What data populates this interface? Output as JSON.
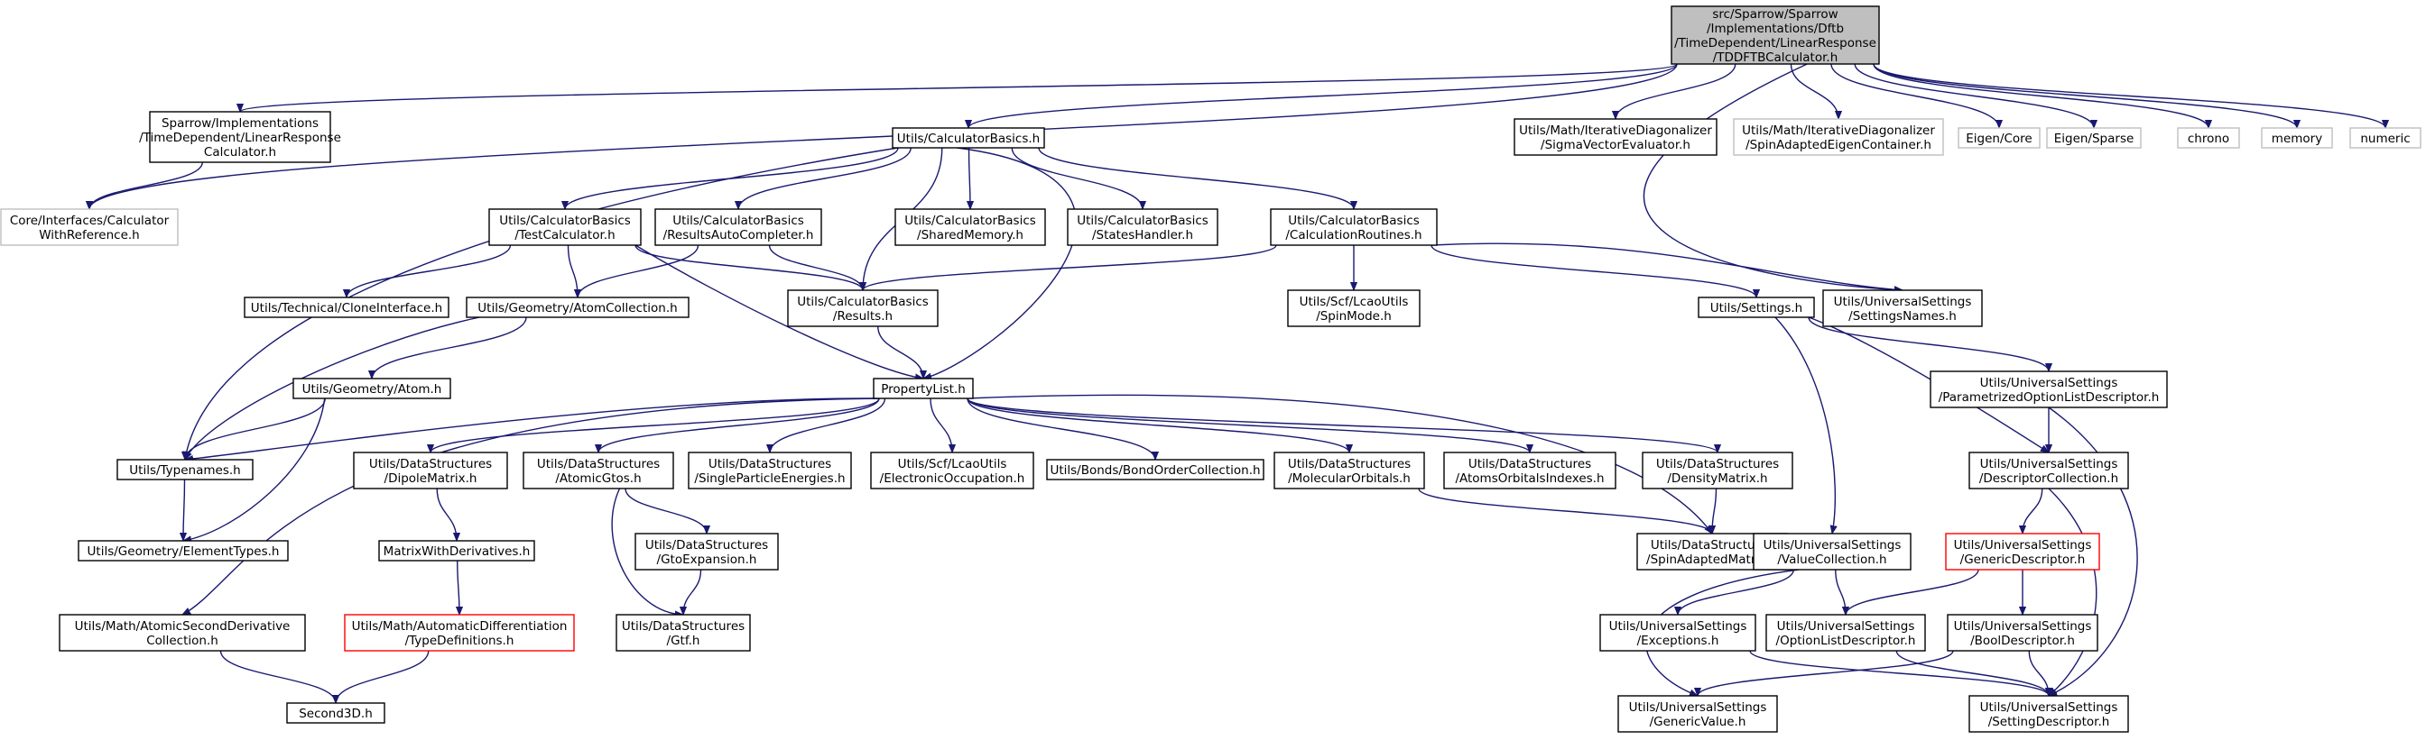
{
  "diagram": {
    "nodes": [
      {
        "id": "root",
        "lines": [
          "src/Sparrow/Sparrow",
          "/Implementations/Dftb",
          "/TimeDependent/LinearResponse",
          "/TDDFTBCalculator.h"
        ],
        "style": "root"
      },
      {
        "id": "lrcalc",
        "lines": [
          "Sparrow/Implementations",
          "/TimeDependent/LinearResponse",
          "Calculator.h"
        ],
        "style": "normal"
      },
      {
        "id": "calcbasics",
        "lines": [
          "Utils/CalculatorBasics.h"
        ],
        "style": "normal"
      },
      {
        "id": "sigma",
        "lines": [
          "Utils/Math/IterativeDiagonalizer",
          "/SigmaVectorEvaluator.h"
        ],
        "style": "normal"
      },
      {
        "id": "spinadapted",
        "lines": [
          "Utils/Math/IterativeDiagonalizer",
          "/SpinAdaptedEigenContainer.h"
        ],
        "style": "gray"
      },
      {
        "id": "eigencore",
        "lines": [
          "Eigen/Core"
        ],
        "style": "gray"
      },
      {
        "id": "eigensparse",
        "lines": [
          "Eigen/Sparse"
        ],
        "style": "gray"
      },
      {
        "id": "chrono",
        "lines": [
          "chrono"
        ],
        "style": "gray"
      },
      {
        "id": "memory",
        "lines": [
          "memory"
        ],
        "style": "gray"
      },
      {
        "id": "numeric",
        "lines": [
          "numeric"
        ],
        "style": "gray"
      },
      {
        "id": "calcwithref",
        "lines": [
          "Core/Interfaces/Calculator",
          "WithReference.h"
        ],
        "style": "gray"
      },
      {
        "id": "testcalc",
        "lines": [
          "Utils/CalculatorBasics",
          "/TestCalculator.h"
        ],
        "style": "normal"
      },
      {
        "id": "autocompleter",
        "lines": [
          "Utils/CalculatorBasics",
          "/ResultsAutoCompleter.h"
        ],
        "style": "normal"
      },
      {
        "id": "sharedmem",
        "lines": [
          "Utils/CalculatorBasics",
          "/SharedMemory.h"
        ],
        "style": "normal"
      },
      {
        "id": "stateshandler",
        "lines": [
          "Utils/CalculatorBasics",
          "/StatesHandler.h"
        ],
        "style": "normal"
      },
      {
        "id": "calcroutines",
        "lines": [
          "Utils/CalculatorBasics",
          "/CalculationRoutines.h"
        ],
        "style": "normal"
      },
      {
        "id": "settingsnames",
        "lines": [
          "Utils/UniversalSettings",
          "/SettingsNames.h"
        ],
        "style": "normal"
      },
      {
        "id": "clone",
        "lines": [
          "Utils/Technical/CloneInterface.h"
        ],
        "style": "normal"
      },
      {
        "id": "atomcoll",
        "lines": [
          "Utils/Geometry/AtomCollection.h"
        ],
        "style": "normal"
      },
      {
        "id": "results",
        "lines": [
          "Utils/CalculatorBasics",
          "/Results.h"
        ],
        "style": "normal"
      },
      {
        "id": "spinmode",
        "lines": [
          "Utils/Scf/LcaoUtils",
          "/SpinMode.h"
        ],
        "style": "normal"
      },
      {
        "id": "settings",
        "lines": [
          "Utils/Settings.h"
        ],
        "style": "normal"
      },
      {
        "id": "atom",
        "lines": [
          "Utils/Geometry/Atom.h"
        ],
        "style": "normal"
      },
      {
        "id": "proplist",
        "lines": [
          "PropertyList.h"
        ],
        "style": "normal"
      },
      {
        "id": "paramoptlist",
        "lines": [
          "Utils/UniversalSettings",
          "/ParametrizedOptionListDescriptor.h"
        ],
        "style": "normal"
      },
      {
        "id": "typenames",
        "lines": [
          "Utils/Typenames.h"
        ],
        "style": "normal"
      },
      {
        "id": "dipole",
        "lines": [
          "Utils/DataStructures",
          "/DipoleMatrix.h"
        ],
        "style": "normal"
      },
      {
        "id": "atomicgtos",
        "lines": [
          "Utils/DataStructures",
          "/AtomicGtos.h"
        ],
        "style": "normal"
      },
      {
        "id": "singleparticle",
        "lines": [
          "Utils/DataStructures",
          "/SingleParticleEnergies.h"
        ],
        "style": "normal"
      },
      {
        "id": "elecocc",
        "lines": [
          "Utils/Scf/LcaoUtils",
          "/ElectronicOccupation.h"
        ],
        "style": "normal"
      },
      {
        "id": "bondorder",
        "lines": [
          "Utils/Bonds/BondOrderCollection.h"
        ],
        "style": "normal"
      },
      {
        "id": "molorb",
        "lines": [
          "Utils/DataStructures",
          "/MolecularOrbitals.h"
        ],
        "style": "normal"
      },
      {
        "id": "atomsorb",
        "lines": [
          "Utils/DataStructures",
          "/AtomsOrbitalsIndexes.h"
        ],
        "style": "normal"
      },
      {
        "id": "density",
        "lines": [
          "Utils/DataStructures",
          "/DensityMatrix.h"
        ],
        "style": "normal"
      },
      {
        "id": "desccoll",
        "lines": [
          "Utils/UniversalSettings",
          "/DescriptorCollection.h"
        ],
        "style": "normal"
      },
      {
        "id": "elementtypes",
        "lines": [
          "Utils/Geometry/ElementTypes.h"
        ],
        "style": "normal"
      },
      {
        "id": "matrixderiv",
        "lines": [
          "MatrixWithDerivatives.h"
        ],
        "style": "normal"
      },
      {
        "id": "gtoexp",
        "lines": [
          "Utils/DataStructures",
          "/GtoExpansion.h"
        ],
        "style": "normal"
      },
      {
        "id": "spinadaptedmat",
        "lines": [
          "Utils/DataStructures",
          "/SpinAdaptedMatrix.h"
        ],
        "style": "normal"
      },
      {
        "id": "valuecoll",
        "lines": [
          "Utils/UniversalSettings",
          "/ValueCollection.h"
        ],
        "style": "normal"
      },
      {
        "id": "genericdesc",
        "lines": [
          "Utils/UniversalSettings",
          "/GenericDescriptor.h"
        ],
        "style": "red"
      },
      {
        "id": "atomicsecond",
        "lines": [
          "Utils/Math/AtomicSecondDerivative",
          "Collection.h"
        ],
        "style": "normal"
      },
      {
        "id": "typedefs",
        "lines": [
          "Utils/Math/AutomaticDifferentiation",
          "/TypeDefinitions.h"
        ],
        "style": "red"
      },
      {
        "id": "gtf",
        "lines": [
          "Utils/DataStructures",
          "/Gtf.h"
        ],
        "style": "normal"
      },
      {
        "id": "exceptions",
        "lines": [
          "Utils/UniversalSettings",
          "/Exceptions.h"
        ],
        "style": "normal"
      },
      {
        "id": "optlistdesc",
        "lines": [
          "Utils/UniversalSettings",
          "/OptionListDescriptor.h"
        ],
        "style": "normal"
      },
      {
        "id": "booldesc",
        "lines": [
          "Utils/UniversalSettings",
          "/BoolDescriptor.h"
        ],
        "style": "normal"
      },
      {
        "id": "second3d",
        "lines": [
          "Second3D.h"
        ],
        "style": "normal"
      },
      {
        "id": "genericvalue",
        "lines": [
          "Utils/UniversalSettings",
          "/GenericValue.h"
        ],
        "style": "normal"
      },
      {
        "id": "settingdesc",
        "lines": [
          "Utils/UniversalSettings",
          "/SettingDescriptor.h"
        ],
        "style": "normal"
      }
    ],
    "edges": [
      [
        "root",
        "lrcalc"
      ],
      [
        "root",
        "calcwithref"
      ],
      [
        "root",
        "calcbasics"
      ],
      [
        "root",
        "settingsnames"
      ],
      [
        "root",
        "sigma"
      ],
      [
        "root",
        "spinadapted"
      ],
      [
        "root",
        "eigencore"
      ],
      [
        "root",
        "eigensparse"
      ],
      [
        "root",
        "chrono"
      ],
      [
        "root",
        "memory"
      ],
      [
        "root",
        "numeric"
      ],
      [
        "lrcalc",
        "calcwithref"
      ],
      [
        "calcbasics",
        "typenames"
      ],
      [
        "calcbasics",
        "testcalc"
      ],
      [
        "calcbasics",
        "autocompleter"
      ],
      [
        "calcbasics",
        "results"
      ],
      [
        "calcbasics",
        "sharedmem"
      ],
      [
        "calcbasics",
        "stateshandler"
      ],
      [
        "calcbasics",
        "calcroutines"
      ],
      [
        "calcbasics",
        "proplist"
      ],
      [
        "testcalc",
        "clone"
      ],
      [
        "testcalc",
        "atomcoll"
      ],
      [
        "testcalc",
        "results"
      ],
      [
        "testcalc",
        "proplist"
      ],
      [
        "autocompleter",
        "atomcoll"
      ],
      [
        "autocompleter",
        "results"
      ],
      [
        "calcroutines",
        "results"
      ],
      [
        "calcroutines",
        "spinmode"
      ],
      [
        "calcroutines",
        "settings"
      ],
      [
        "calcroutines",
        "settingsnames"
      ],
      [
        "atomcoll",
        "typenames"
      ],
      [
        "atomcoll",
        "atom"
      ],
      [
        "results",
        "proplist"
      ],
      [
        "settings",
        "valuecoll"
      ],
      [
        "settings",
        "paramoptlist"
      ],
      [
        "settings",
        "desccoll"
      ],
      [
        "atom",
        "typenames"
      ],
      [
        "atom",
        "elementtypes"
      ],
      [
        "proplist",
        "typenames"
      ],
      [
        "proplist",
        "dipole"
      ],
      [
        "proplist",
        "atomicgtos"
      ],
      [
        "proplist",
        "singleparticle"
      ],
      [
        "proplist",
        "elecocc"
      ],
      [
        "proplist",
        "bondorder"
      ],
      [
        "proplist",
        "molorb"
      ],
      [
        "proplist",
        "atomsorb"
      ],
      [
        "proplist",
        "density"
      ],
      [
        "proplist",
        "spinadaptedmat"
      ],
      [
        "proplist",
        "atomicsecond"
      ],
      [
        "paramoptlist",
        "desccoll"
      ],
      [
        "paramoptlist",
        "settingdesc"
      ],
      [
        "typenames",
        "elementtypes"
      ],
      [
        "dipole",
        "matrixderiv"
      ],
      [
        "atomicgtos",
        "gtoexp"
      ],
      [
        "atomicgtos",
        "gtf"
      ],
      [
        "molorb",
        "spinadaptedmat"
      ],
      [
        "density",
        "spinadaptedmat"
      ],
      [
        "desccoll",
        "genericdesc"
      ],
      [
        "desccoll",
        "settingdesc"
      ],
      [
        "matrixderiv",
        "typedefs"
      ],
      [
        "gtoexp",
        "gtf"
      ],
      [
        "valuecoll",
        "exceptions"
      ],
      [
        "valuecoll",
        "optlistdesc"
      ],
      [
        "valuecoll",
        "genericvalue"
      ],
      [
        "genericdesc",
        "optlistdesc"
      ],
      [
        "genericdesc",
        "booldesc"
      ],
      [
        "atomicsecond",
        "second3d"
      ],
      [
        "typedefs",
        "second3d"
      ],
      [
        "exceptions",
        "settingdesc"
      ],
      [
        "optlistdesc",
        "settingdesc"
      ],
      [
        "booldesc",
        "genericvalue"
      ],
      [
        "booldesc",
        "settingdesc"
      ]
    ]
  }
}
